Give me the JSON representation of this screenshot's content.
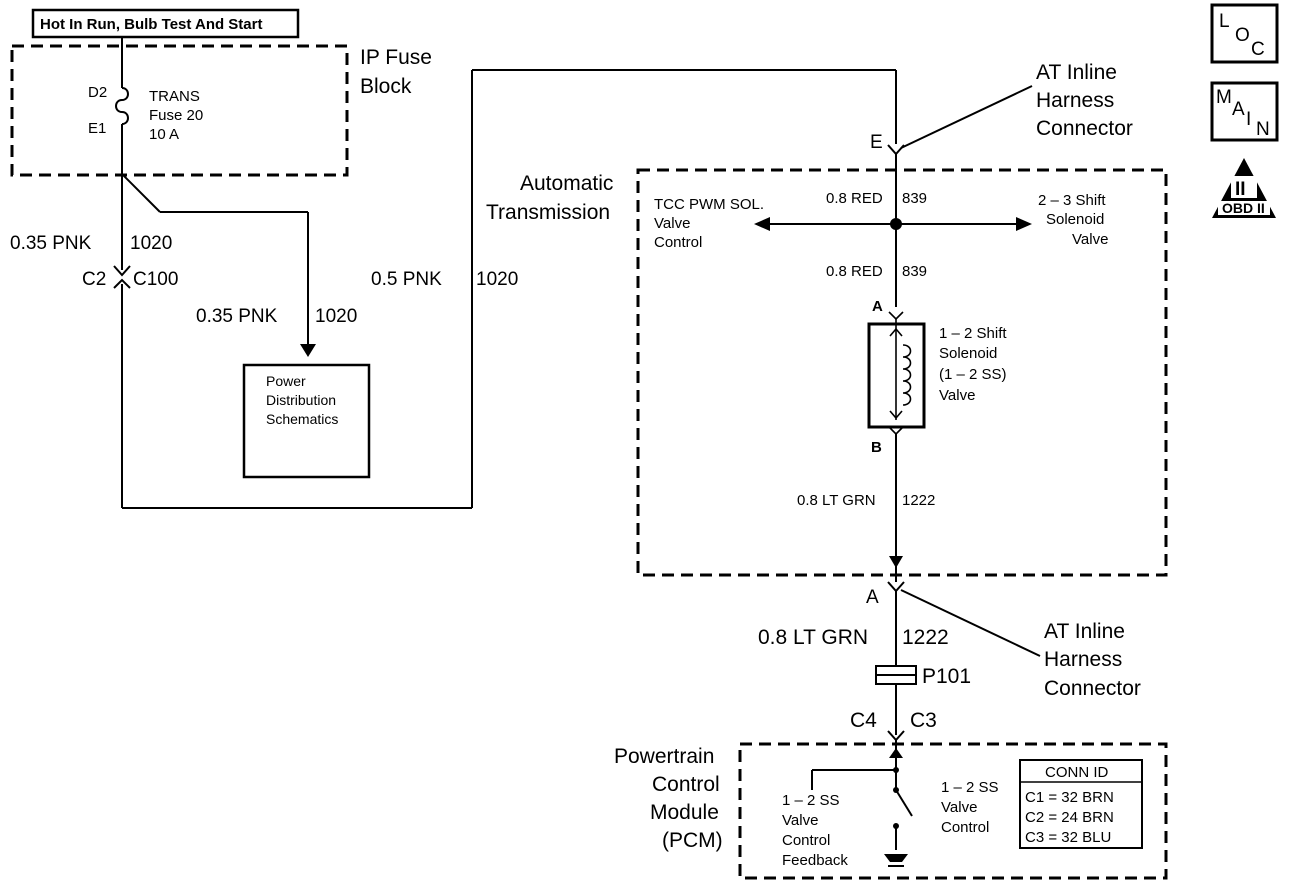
{
  "power_source_label": "Hot In Run, Bulb Test And Start",
  "ip_fuse_block": {
    "title_line1": "IP Fuse",
    "title_line2": "Block",
    "terminal_top": "D2",
    "terminal_bottom": "E1",
    "fuse_line1": "TRANS",
    "fuse_line2": "Fuse 20",
    "fuse_line3": "10 A"
  },
  "wires": {
    "fuse_out_size": "0.35 PNK",
    "fuse_out_circuit": "1020",
    "branch_size": "0.35 PNK",
    "branch_circuit": "1020",
    "riser_size": "0.5 PNK",
    "riser_circuit": "1020",
    "red_top_size": "0.8 RED",
    "red_top_circuit": "839",
    "red_mid_size": "0.8 RED",
    "red_mid_circuit": "839",
    "grn_inner_size": "0.8 LT GRN",
    "grn_inner_circuit": "1222",
    "grn_outer_size": "0.8 LT GRN",
    "grn_outer_circuit": "1222"
  },
  "connectors": {
    "c2": "C2",
    "c100": "C100",
    "e": "E",
    "a_top": "A",
    "b": "B",
    "a_bottom": "A",
    "p101": "P101",
    "c4": "C4",
    "c3": "C3"
  },
  "power_distribution": {
    "line1": "Power",
    "line2": "Distribution",
    "line3": "Schematics"
  },
  "at_inline_top": {
    "line1": "AT Inline",
    "line2": "Harness",
    "line3": "Connector"
  },
  "at_inline_bottom": {
    "line1": "AT Inline",
    "line2": "Harness",
    "line3": "Connector"
  },
  "automatic_transmission": {
    "line1": "Automatic",
    "line2": "Transmission"
  },
  "tcc": {
    "line1": "TCC PWM SOL.",
    "line2": "Valve",
    "line3": "Control"
  },
  "shift23": {
    "line1": "2 – 3 Shift",
    "line2": "Solenoid",
    "line3": "Valve"
  },
  "shift12": {
    "line1": "1 – 2 Shift",
    "line2": "Solenoid",
    "line3": "(1 – 2 SS)",
    "line4": "Valve"
  },
  "pcm": {
    "line1": "Powertrain",
    "line2": "Control",
    "line3": "Module",
    "line4": "(PCM)",
    "feedback_line1": "1 – 2 SS",
    "feedback_line2": "Valve",
    "feedback_line3": "Control",
    "feedback_line4": "Feedback",
    "control_line1": "1 – 2 SS",
    "control_line2": "Valve",
    "control_line3": "Control"
  },
  "conn_id": {
    "title": "CONN ID",
    "rows": [
      "C1 = 32 BRN",
      "C2 = 24 BRN",
      "C3 = 32 BLU"
    ]
  },
  "badges": {
    "loc": {
      "l": "L",
      "o": "O",
      "c": "C"
    },
    "main": {
      "m": "M",
      "a": "A",
      "i": "I",
      "n": "N"
    },
    "obd": {
      "numeral": "II",
      "label": "OBD II"
    }
  }
}
